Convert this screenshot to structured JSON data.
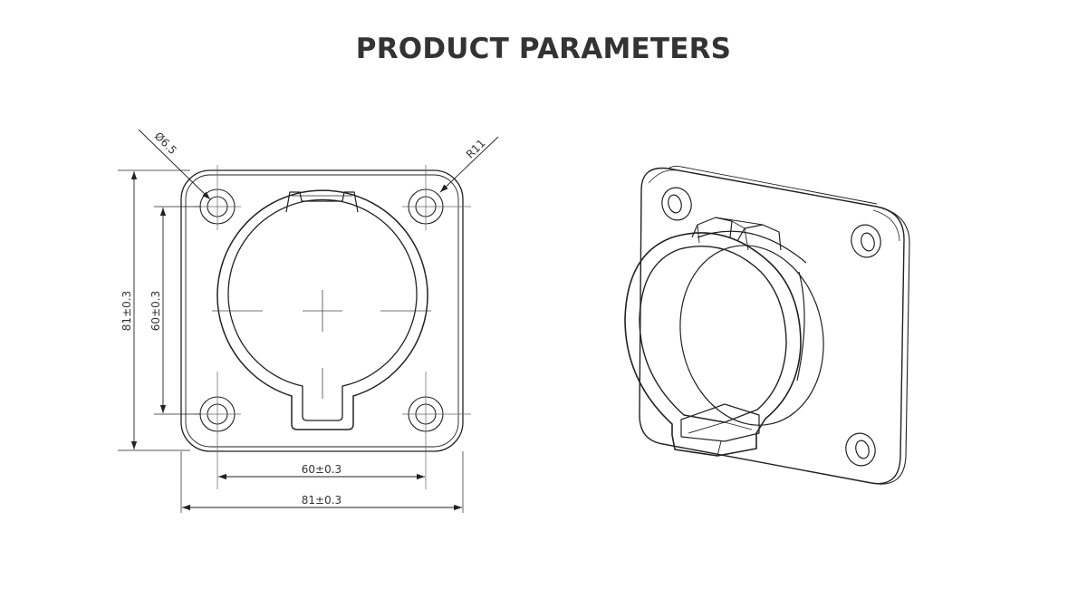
{
  "title": "PRODUCT PARAMETERS",
  "dimensions": {
    "hole_diameter": "Ø6.5",
    "corner_radius": "R11",
    "outer_height": "81±0.3",
    "hole_spacing_vertical": "60±0.3",
    "hole_spacing_horizontal": "60±0.3",
    "outer_width": "81±0.3"
  },
  "colors": {
    "line": "#222222",
    "thin_line": "#555555",
    "title": "#333333"
  }
}
